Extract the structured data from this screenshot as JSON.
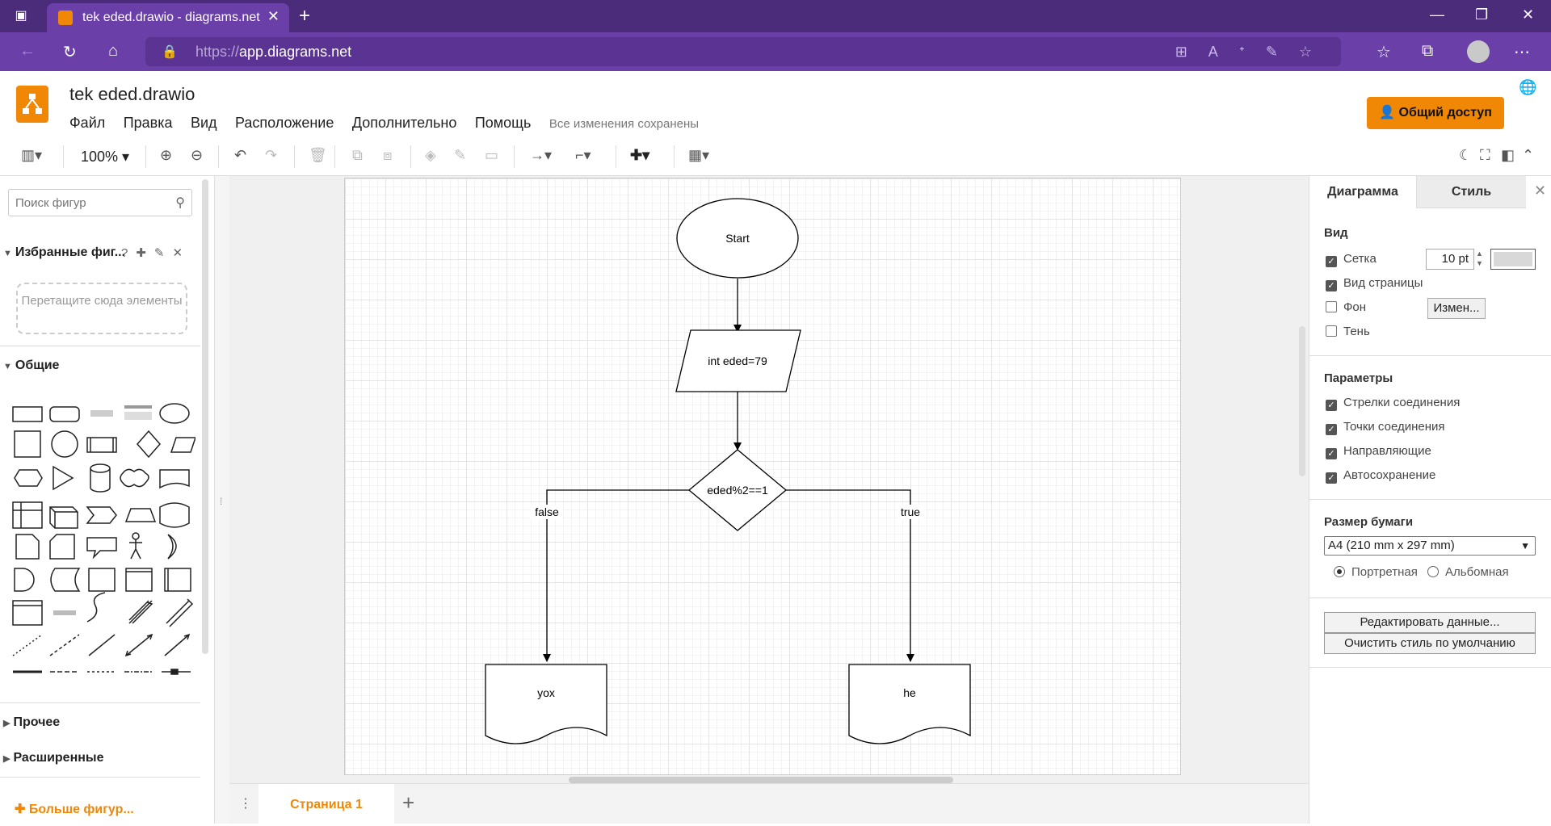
{
  "browser": {
    "tab_title": "tek eded.drawio - diagrams.net",
    "url": "https://app.diagrams.net",
    "url_scheme": "https://",
    "url_host": "app.diagrams.net"
  },
  "app": {
    "doc_title": "tek eded.drawio",
    "menu": [
      "Файл",
      "Правка",
      "Вид",
      "Расположение",
      "Дополнительно",
      "Помощь"
    ],
    "saved_status": "Все изменения сохранены",
    "share_label": "Общий доступ",
    "accent": "#f08705"
  },
  "toolbar": {
    "zoom": "100%"
  },
  "left_panel": {
    "search_placeholder": "Поиск фигур",
    "favorites_title": "Избранные фиг...",
    "dropzone_text": "Перетащите сюда элементы",
    "general_title": "Общие",
    "other_title": "Прочее",
    "advanced_title": "Расширенные",
    "more_shapes": "Больше фигур..."
  },
  "diagram": {
    "start": "Start",
    "input": "int eded=79",
    "condition": "eded%2==1",
    "false_label": "false",
    "true_label": "true",
    "false_out": "yox",
    "true_out": "he"
  },
  "bottom": {
    "page_tab": "Страница 1"
  },
  "right_panel": {
    "tab_diagram": "Диаграмма",
    "tab_style": "Стиль",
    "view_title": "Вид",
    "grid": {
      "label": "Сетка",
      "checked": true,
      "size": "10 pt"
    },
    "page_view": {
      "label": "Вид страницы",
      "checked": true
    },
    "background": {
      "label": "Фон",
      "checked": false,
      "button": "Измен..."
    },
    "shadow": {
      "label": "Тень",
      "checked": false
    },
    "options_title": "Параметры",
    "options": [
      {
        "label": "Стрелки соединения",
        "checked": true
      },
      {
        "label": "Точки соединения",
        "checked": true
      },
      {
        "label": "Направляющие",
        "checked": true
      },
      {
        "label": "Автосохранение",
        "checked": true
      }
    ],
    "paper_title": "Размер бумаги",
    "paper_size": "A4 (210 mm x 297 mm)",
    "portrait": "Портретная",
    "landscape": "Альбомная",
    "edit_data": "Редактировать данные...",
    "clear_style": "Очистить стиль по умолчанию"
  }
}
